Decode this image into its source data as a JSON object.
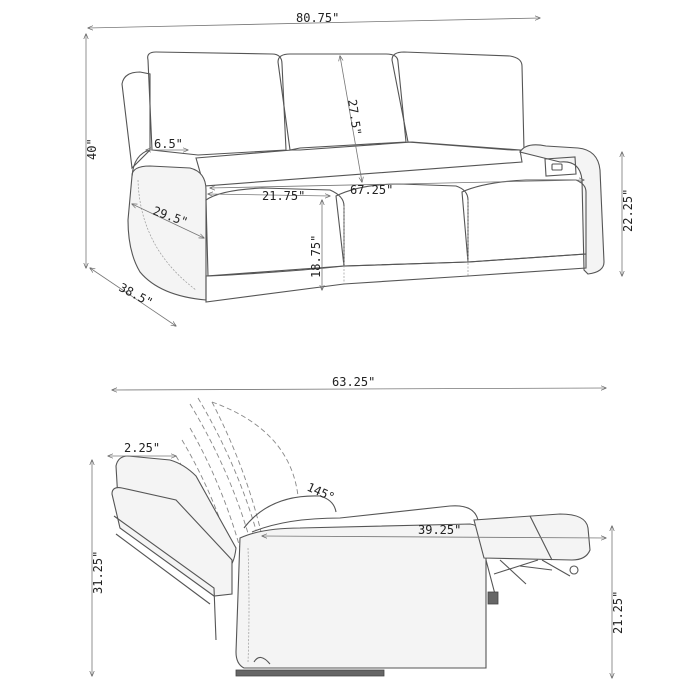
{
  "colors": {
    "line": "#555555",
    "dimension_line": "#777777",
    "text": "#222222",
    "background": "#ffffff"
  },
  "front_view": {
    "dimensions": {
      "overall_width": "80.75\"",
      "overall_height": "40\"",
      "back_height": "27.5\"",
      "arm_width": "6.5\"",
      "seat_width": "21.75\"",
      "seat_total_width": "67.25\"",
      "arm_depth": "29.5\"",
      "seat_height": "18.75\"",
      "arm_height": "22.25\"",
      "overall_depth": "38.5\""
    }
  },
  "side_view": {
    "dimensions": {
      "reclined_length": "63.25\"",
      "back_thickness": "2.25\"",
      "recline_angle": "145°",
      "seat_depth": "39.25\"",
      "back_height": "31.25\"",
      "side_arm_height": "21.25\""
    }
  }
}
